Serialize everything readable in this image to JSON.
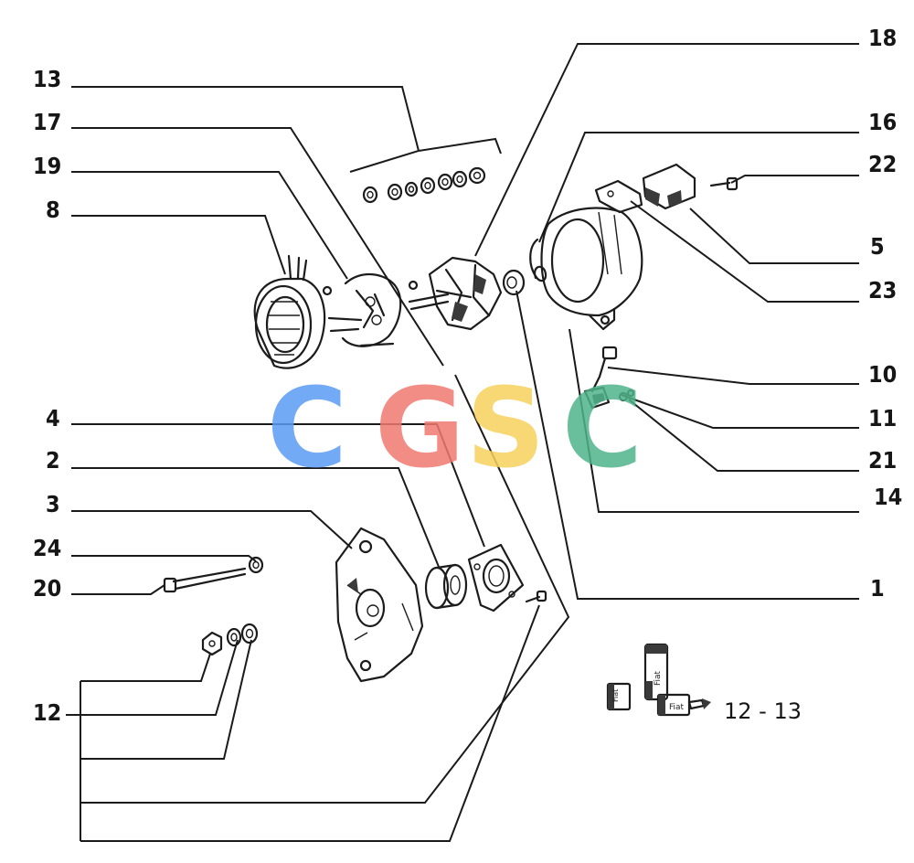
{
  "labels": {
    "l13": "13",
    "l17": "17",
    "l19": "19",
    "l8": "8",
    "l4": "4",
    "l2": "2",
    "l3": "3",
    "l24": "24",
    "l20": "20",
    "l12": "12",
    "l18": "18",
    "l16": "16",
    "l22": "22",
    "l5": "5",
    "l23": "23",
    "l10": "10",
    "l11": "11",
    "l21": "21",
    "l14": "14",
    "l1": "1",
    "l1213": "12 - 13"
  },
  "watermark": {
    "letters": [
      "C",
      "G",
      "S",
      "C"
    ],
    "colors": [
      "#5b9cf5",
      "#f07a72",
      "#f6d25c",
      "#4fb48a"
    ]
  },
  "kit_label_text": "Fiat"
}
